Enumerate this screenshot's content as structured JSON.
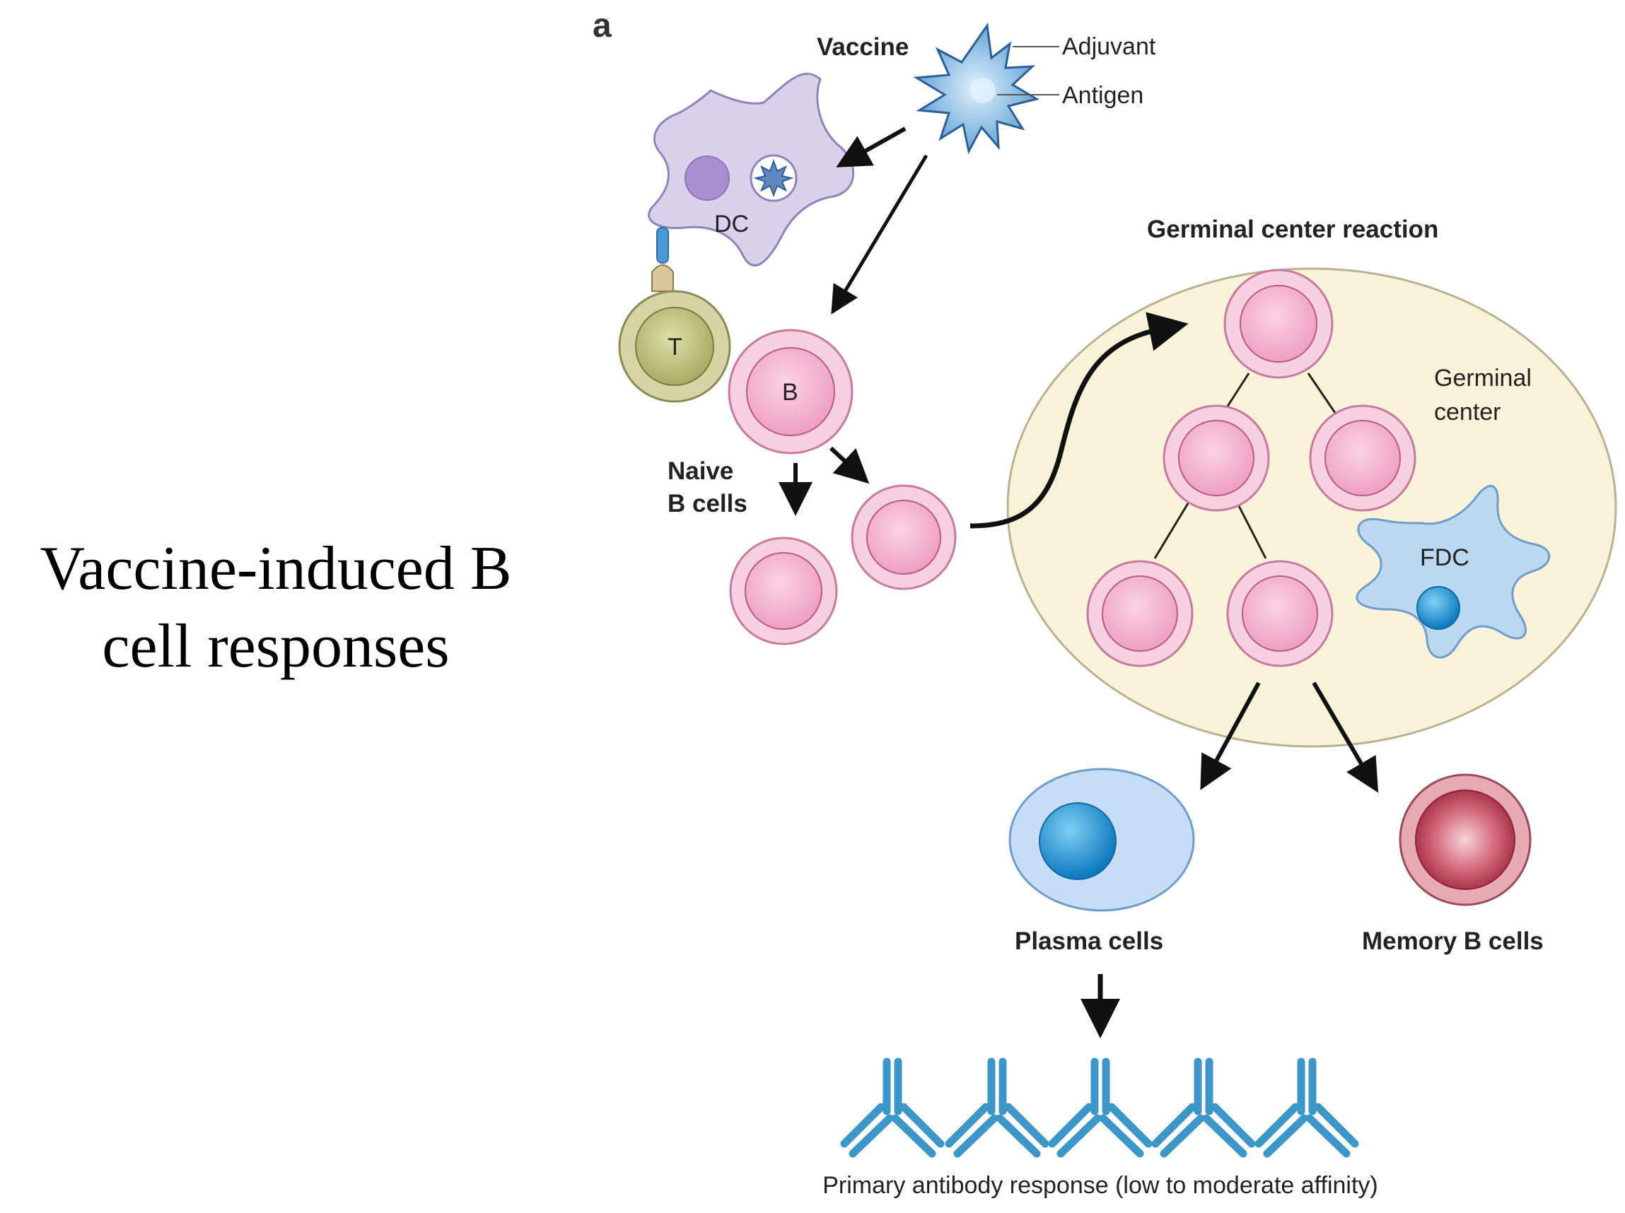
{
  "slide": {
    "title_line1": "Vaccine-induced B",
    "title_line2": "cell responses"
  },
  "figure": {
    "panel_letter": "a",
    "vaccine_label": "Vaccine",
    "adjuvant_label": "Adjuvant",
    "antigen_label": "Antigen",
    "dc_label": "DC",
    "t_label": "T",
    "b_label": "B",
    "naive_label_line1": "Naive",
    "naive_label_line2": "B cells",
    "gc_reaction_label": "Germinal center reaction",
    "gc_label_line1": "Germinal",
    "gc_label_line2": "center",
    "fdc_label": "FDC",
    "plasma_label": "Plasma cells",
    "memory_label": "Memory B cells",
    "antibody_caption": "Primary antibody response (low to moderate affinity)"
  },
  "colors": {
    "dc_fill": "#d6cdea",
    "t_cell": "#b5b874",
    "b_cell": "#f0a8c4",
    "gc_fill": "#f7f1d6",
    "fdc_fill": "#bcd8f1",
    "plasma_fill": "#c6def5",
    "nucleus_blue": "#1a8ccc",
    "memory_cell": "#b5475a",
    "antibody": "#3c96c8",
    "vaccine_star": "#6fb6e6"
  }
}
